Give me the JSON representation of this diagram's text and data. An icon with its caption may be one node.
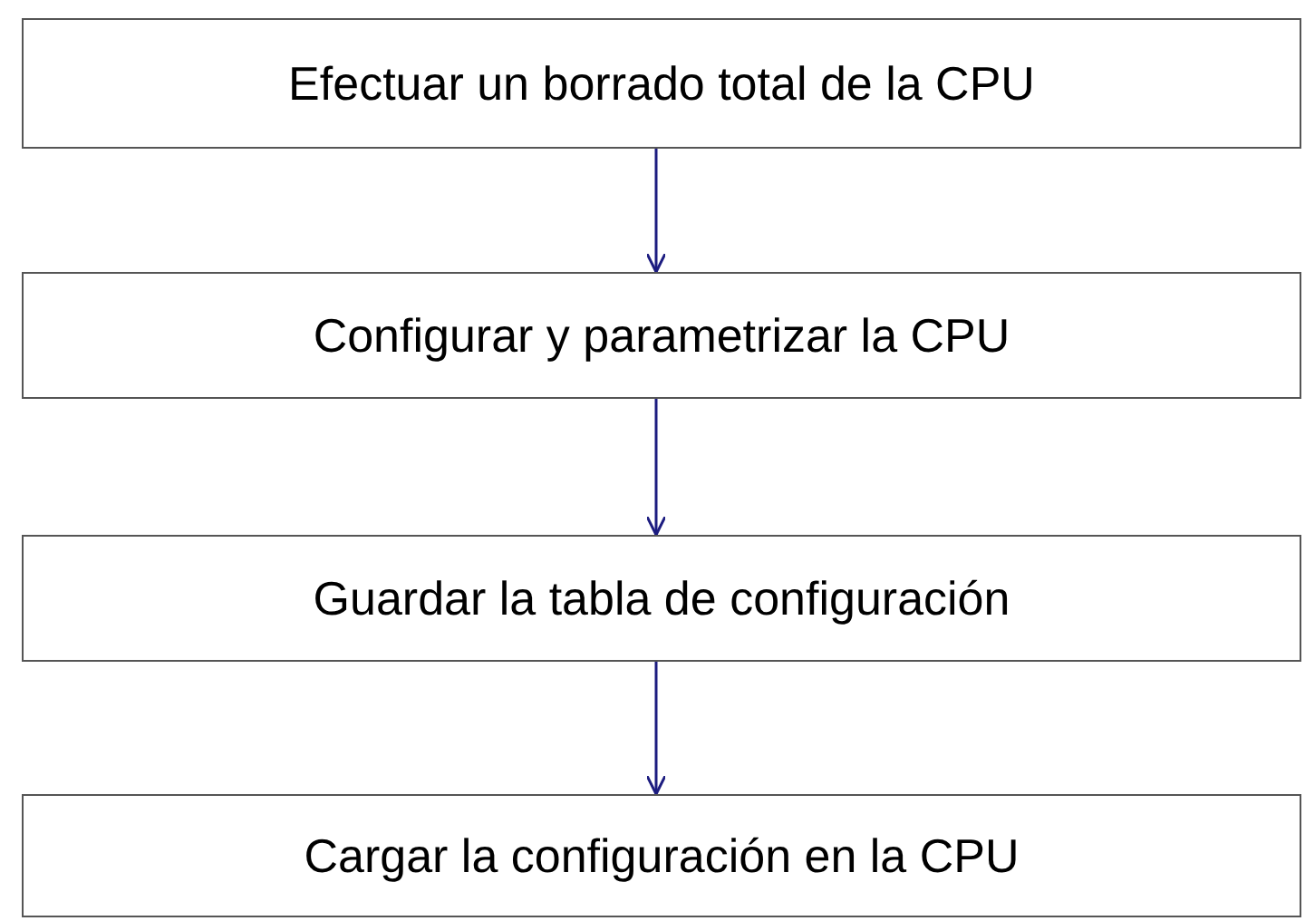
{
  "diagram": {
    "nodes": [
      {
        "text": [
          "Efectuar un borrado total de la CPU"
        ]
      },
      {
        "text": [
          "Configurar y parametrizar la CPU"
        ]
      },
      {
        "text": [
          "Guardar la tabla de configuración"
        ]
      },
      {
        "text": [
          "Cargar la configuración en la CPU"
        ]
      }
    ],
    "edges": [
      {
        "from": 0,
        "to": 1,
        "arrow": "to"
      },
      {
        "from": 1,
        "to": 2,
        "arrow": "to"
      },
      {
        "from": 2,
        "to": 3,
        "arrow": "to"
      }
    ]
  }
}
